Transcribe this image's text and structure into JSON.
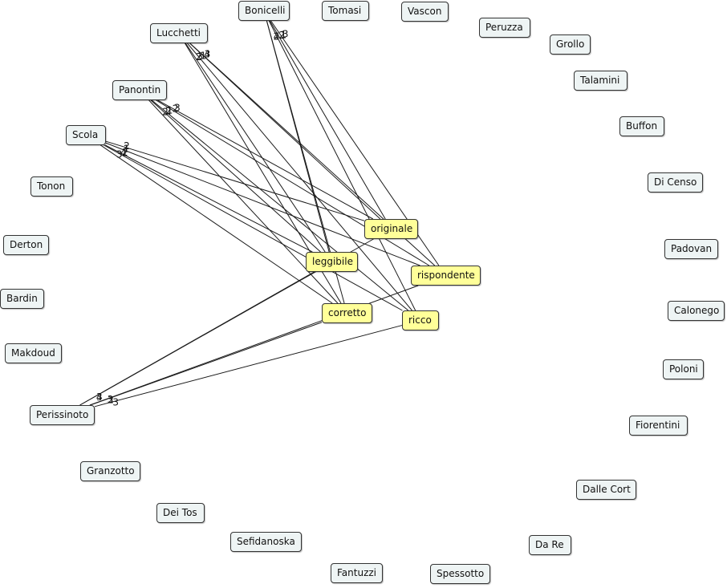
{
  "colors": {
    "person": "#eef4f4",
    "concept": "#ffff99",
    "line": "#1a1a1a"
  },
  "concepts": [
    {
      "id": "originale",
      "label": "originale"
    },
    {
      "id": "leggibile",
      "label": "leggibile"
    },
    {
      "id": "rispondente",
      "label": "rispondente"
    },
    {
      "id": "corretto",
      "label": "corretto"
    },
    {
      "id": "ricco",
      "label": "ricco"
    }
  ],
  "people": [
    {
      "id": "bonicelli",
      "label": "Bonicelli"
    },
    {
      "id": "tomasi",
      "label": "Tomasi"
    },
    {
      "id": "vascon",
      "label": "Vascon"
    },
    {
      "id": "peruzza",
      "label": "Peruzza"
    },
    {
      "id": "grollo",
      "label": "Grollo"
    },
    {
      "id": "talamini",
      "label": "Talamini"
    },
    {
      "id": "buffon",
      "label": "Buffon"
    },
    {
      "id": "dicenso",
      "label": "Di Censo"
    },
    {
      "id": "padovan",
      "label": "Padovan"
    },
    {
      "id": "calonego",
      "label": "Calonego"
    },
    {
      "id": "poloni",
      "label": "Poloni"
    },
    {
      "id": "fiorentini",
      "label": "Fiorentini"
    },
    {
      "id": "dallecort",
      "label": "Dalle Cort"
    },
    {
      "id": "dare",
      "label": "Da Re"
    },
    {
      "id": "spessotto",
      "label": "Spessotto"
    },
    {
      "id": "fantuzzi",
      "label": "Fantuzzi"
    },
    {
      "id": "sefidanoska",
      "label": "Sefidanoska"
    },
    {
      "id": "deitos",
      "label": "Dei Tos"
    },
    {
      "id": "granzotto",
      "label": "Granzotto"
    },
    {
      "id": "perissinoto",
      "label": "Perissinoto"
    },
    {
      "id": "makdoud",
      "label": "Makdoud"
    },
    {
      "id": "bardin",
      "label": "Bardin"
    },
    {
      "id": "derton",
      "label": "Derton"
    },
    {
      "id": "tonon",
      "label": "Tonon"
    },
    {
      "id": "scola",
      "label": "Scola"
    },
    {
      "id": "panontin",
      "label": "Panontin"
    },
    {
      "id": "lucchetti",
      "label": "Lucchetti"
    }
  ],
  "edges": [
    {
      "from": "bonicelli",
      "to": "leggibile",
      "weight": "2"
    },
    {
      "from": "bonicelli",
      "to": "corretto",
      "weight": "4"
    },
    {
      "from": "bonicelli",
      "to": "originale",
      "weight": "1"
    },
    {
      "from": "bonicelli",
      "to": "rispondente",
      "weight": "3"
    },
    {
      "from": "bonicelli",
      "to": "ricco",
      "weight": "2"
    },
    {
      "from": "lucchetti",
      "to": "leggibile",
      "weight": "3"
    },
    {
      "from": "lucchetti",
      "to": "originale",
      "weight": "4"
    },
    {
      "from": "lucchetti",
      "to": "rispondente",
      "weight": "3"
    },
    {
      "from": "lucchetti",
      "to": "corretto",
      "weight": "2"
    },
    {
      "from": "lucchetti",
      "to": "ricco",
      "weight": "1"
    },
    {
      "from": "panontin",
      "to": "originale",
      "weight": "3"
    },
    {
      "from": "panontin",
      "to": "rispondente",
      "weight": "2"
    },
    {
      "from": "panontin",
      "to": "leggibile",
      "weight": "2"
    },
    {
      "from": "panontin",
      "to": "corretto",
      "weight": "2"
    },
    {
      "from": "panontin",
      "to": "ricco",
      "weight": "1"
    },
    {
      "from": "scola",
      "to": "originale",
      "weight": "2"
    },
    {
      "from": "scola",
      "to": "leggibile",
      "weight": "2"
    },
    {
      "from": "scola",
      "to": "rispondente",
      "weight": "1"
    },
    {
      "from": "scola",
      "to": "corretto",
      "weight": "3"
    },
    {
      "from": "scola",
      "to": "ricco",
      "weight": "4"
    },
    {
      "from": "perissinoto",
      "to": "leggibile",
      "weight": "4"
    },
    {
      "from": "perissinoto",
      "to": "rispondente",
      "weight": "3"
    },
    {
      "from": "perissinoto",
      "to": "corretto",
      "weight": "2"
    },
    {
      "from": "perissinoto",
      "to": "originale",
      "weight": "3"
    },
    {
      "from": "perissinoto",
      "to": "ricco",
      "weight": "3"
    }
  ]
}
